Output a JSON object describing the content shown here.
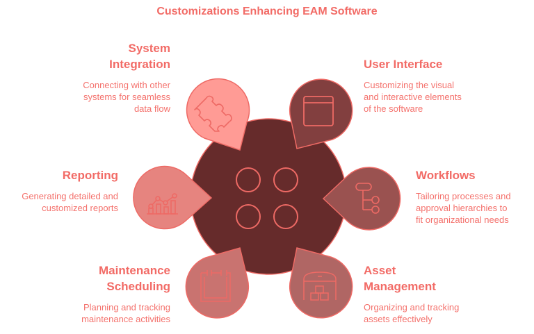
{
  "title": "Customizations Enhancing EAM Software",
  "colors": {
    "accent": "#F26B66",
    "center_fill": "#662B2B",
    "stroke": "#EE6A65"
  },
  "center": {
    "icon": "four-circles-icon"
  },
  "items": [
    {
      "id": "system-integration",
      "title_line1": "System",
      "title_line2": "Integration",
      "description_lines": [
        "Connecting with other",
        "systems for seamless",
        "data flow"
      ],
      "icon": "puzzle-piece-icon",
      "fill": "#FF9B95",
      "side": "left"
    },
    {
      "id": "user-interface",
      "title_line1": "User Interface",
      "title_line2": "",
      "description_lines": [
        "Customizing the visual",
        "and interactive elements",
        "of the software"
      ],
      "icon": "browser-window-icon",
      "fill": "#823F3F",
      "side": "right"
    },
    {
      "id": "reporting",
      "title_line1": "Reporting",
      "title_line2": "",
      "description_lines": [
        "Generating detailed and",
        "customized reports"
      ],
      "icon": "bar-line-chart-icon",
      "fill": "#E6847F",
      "side": "left"
    },
    {
      "id": "workflows",
      "title_line1": "Workflows",
      "title_line2": "",
      "description_lines": [
        "Tailoring processes and",
        "approval hierarchies to",
        "fit organizational needs"
      ],
      "icon": "flowchart-icon",
      "fill": "#9A5250",
      "side": "right"
    },
    {
      "id": "maintenance-scheduling",
      "title_line1": "Maintenance",
      "title_line2": "Scheduling",
      "description_lines": [
        "Planning and tracking",
        "maintenance activities"
      ],
      "icon": "calendar-icon",
      "fill": "#C97370",
      "side": "left"
    },
    {
      "id": "asset-management",
      "title_line1": "Asset",
      "title_line2": "Management",
      "description_lines": [
        "Organizing and tracking",
        "assets effectively"
      ],
      "icon": "warehouse-boxes-icon",
      "fill": "#B06664",
      "side": "right"
    }
  ]
}
